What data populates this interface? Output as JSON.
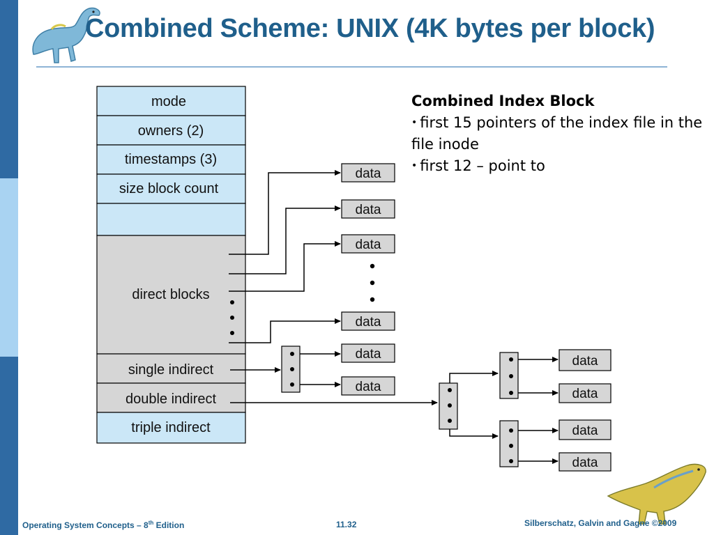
{
  "slide": {
    "title": "Combined Scheme:  UNIX (4K bytes per block)",
    "footer_left_main": "Operating System Concepts – 8",
    "footer_left_sup": "th",
    "footer_left_tail": " Edition",
    "footer_center": "11.32",
    "footer_right": "Silberschatz, Galvin and Gagne ©2009"
  },
  "notes": {
    "heading": "Combined Index Block",
    "bullets": [
      "first 15 pointers of the index file in the file inode",
      "first 12 – point to"
    ]
  },
  "inode": {
    "rows": [
      "mode",
      "owners (2)",
      "timestamps (3)",
      "size block count",
      "",
      "direct blocks",
      "single indirect",
      "double indirect",
      "triple indirect"
    ]
  },
  "data_label": "data",
  "colors": {
    "title": "#1f5f8b",
    "light_blue_cell": "#cbe7f7",
    "gray_cell": "#d6d6d6",
    "sidebar_dark": "#2f6aa3",
    "sidebar_light": "#a9d3f2"
  }
}
